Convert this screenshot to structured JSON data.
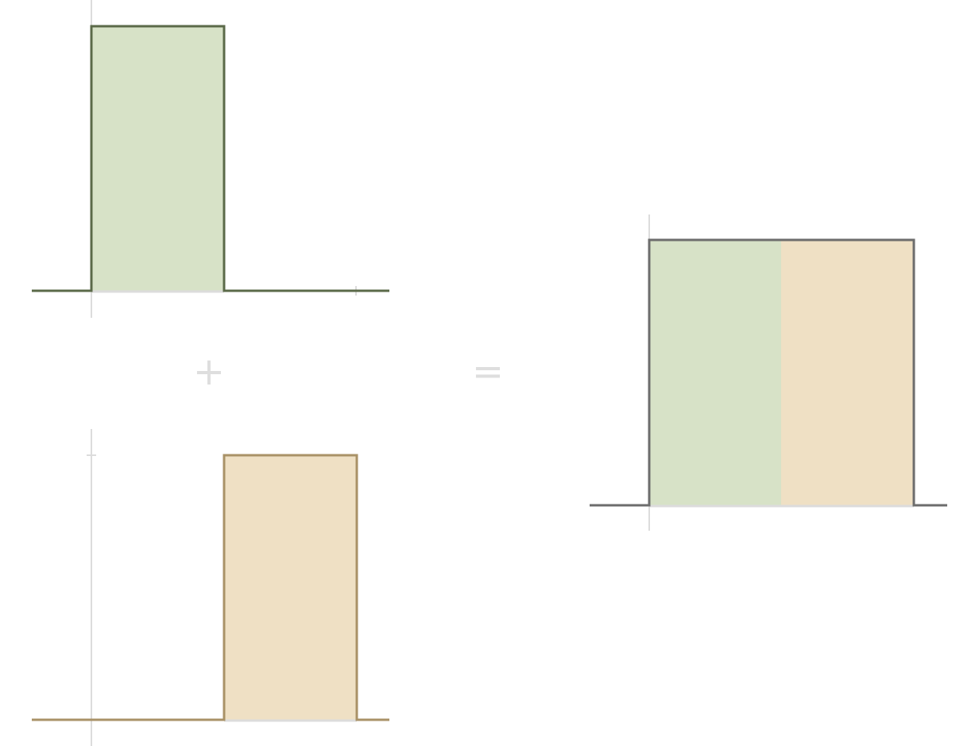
{
  "operators": {
    "plus": "+",
    "equals": "="
  },
  "colors": {
    "green_stroke": "#5b6a49",
    "green_fill": "#d7e2c7",
    "tan_stroke": "#a99267",
    "tan_fill": "#efe0c4",
    "sum_stroke": "#6d6d6d",
    "axis": "#dcdcdc",
    "operator": "#dedede"
  },
  "chart_data": [
    {
      "type": "area",
      "name": "",
      "segments": [
        {
          "x": [
            0,
            1
          ],
          "y": 1
        }
      ],
      "xlim": [
        -0.45,
        2.25
      ],
      "ylim": [
        0,
        1
      ]
    },
    {
      "type": "area",
      "name": "",
      "segments": [
        {
          "x": [
            1,
            2
          ],
          "y": 1
        }
      ],
      "xlim": [
        -0.45,
        2.25
      ],
      "ylim": [
        0,
        1
      ]
    },
    {
      "type": "area",
      "name": "",
      "segments": [
        {
          "x": [
            0,
            1
          ],
          "y": 1
        },
        {
          "x": [
            1,
            2
          ],
          "y": 1
        }
      ],
      "xlim": [
        -0.45,
        2.25
      ],
      "ylim": [
        0,
        1
      ]
    }
  ]
}
